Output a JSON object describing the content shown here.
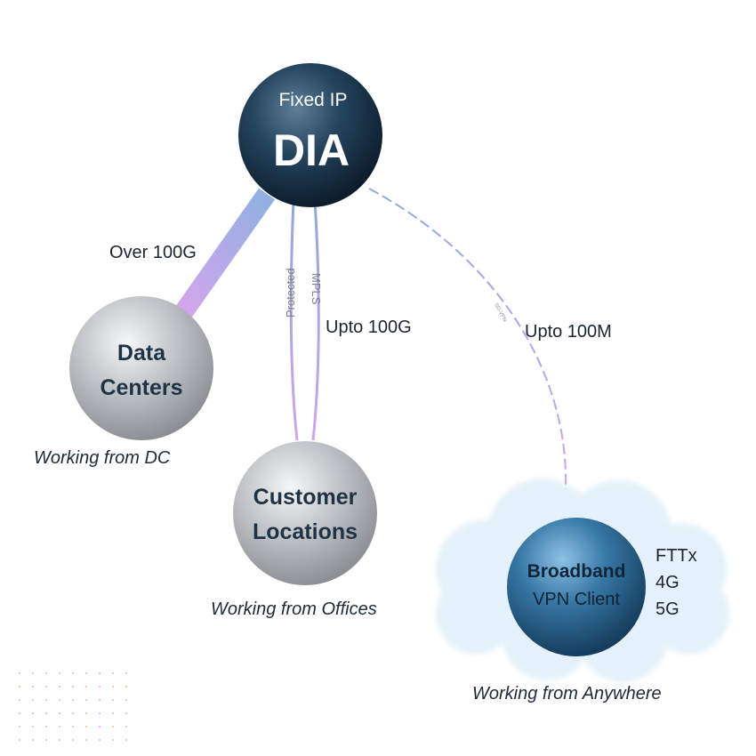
{
  "hub": {
    "top_label": "Fixed IP",
    "main_label": "DIA"
  },
  "links": {
    "datacenter_speed": "Over 100G",
    "protected_label": "Protected",
    "mpls_label": "MPLS",
    "offices_speed": "Upto 100G",
    "vpn_label": "SD-VPN",
    "broadband_speed": "Upto 100M"
  },
  "nodes": {
    "datacenters": {
      "line1": "Data",
      "line2": "Centers",
      "caption": "Working from DC"
    },
    "customer": {
      "line1": "Customer",
      "line2": "Locations",
      "caption": "Working from Offices"
    },
    "broadband": {
      "line1": "Broadband",
      "line2": "VPN Client",
      "caption": "Working from Anywhere",
      "access": [
        "FTTx",
        "4G",
        "5G"
      ]
    }
  },
  "colors": {
    "hub_sphere": "#1e3a52",
    "grey_sphere": "#b9bcc0",
    "blue_sphere": "#2f6a96",
    "cloud": "#d6ebf8",
    "link_gradient_start": "#8fb0e0",
    "link_gradient_end": "#d4a6ec"
  }
}
